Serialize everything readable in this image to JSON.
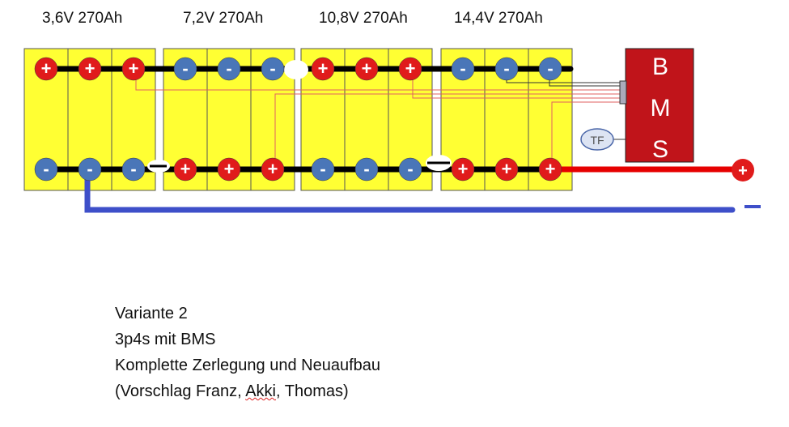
{
  "groups": [
    {
      "label": "3,6V 270Ah",
      "top_polarity": "+",
      "bottom_polarity": "-"
    },
    {
      "label": "7,2V 270Ah",
      "top_polarity": "-",
      "bottom_polarity": "+"
    },
    {
      "label": "10,8V 270Ah",
      "top_polarity": "+",
      "bottom_polarity": "-"
    },
    {
      "label": "14,4V 270Ah",
      "top_polarity": "-",
      "bottom_polarity": "+"
    }
  ],
  "bms": {
    "letters": [
      "B",
      "M",
      "S"
    ],
    "color": "#c0141a"
  },
  "temp_sensor": {
    "label": "TF"
  },
  "terminals": {
    "positive": "+",
    "negative": "-"
  },
  "notes": {
    "line1": "Variante 2",
    "line2": "3p4s mit BMS",
    "line3": "Komplette Zerlegung und Neuaufbau",
    "line4_pre": "(Vorschlag Franz, ",
    "line4_squiggle": "Akki",
    "line4_post": ", Thomas)"
  },
  "colors": {
    "cell": "#ffff33",
    "positive": "#e01b1b",
    "negative": "#4a76b8",
    "neg_bus": "#3e4fc9",
    "pos_cable": "#e60000",
    "sense_wire": "#e06060"
  }
}
